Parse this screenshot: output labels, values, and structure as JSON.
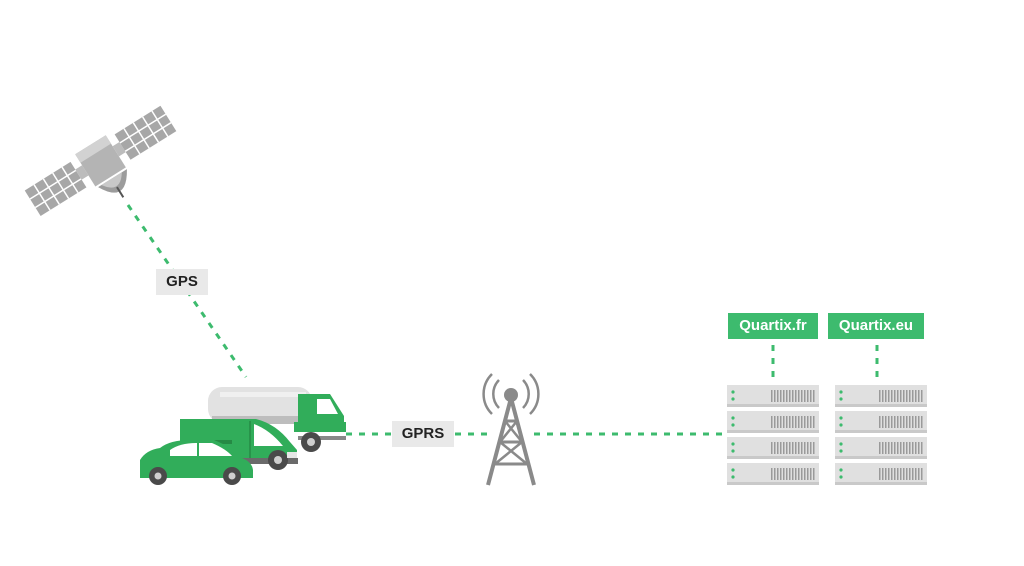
{
  "labels": {
    "gps": "GPS",
    "gprs": "GPRS"
  },
  "servers": [
    {
      "label": "Quartix.fr"
    },
    {
      "label": "Quartix.eu"
    }
  ],
  "icons": [
    "satellite-icon",
    "truck-icon",
    "van-icon",
    "car-icon",
    "cell-tower-icon",
    "server-rack-icon"
  ],
  "colors": {
    "accent": "#3dbb6e",
    "vehicle_green": "#31ad5a",
    "grey": "#9a9a9a",
    "label_bg": "#e9e9e9"
  }
}
